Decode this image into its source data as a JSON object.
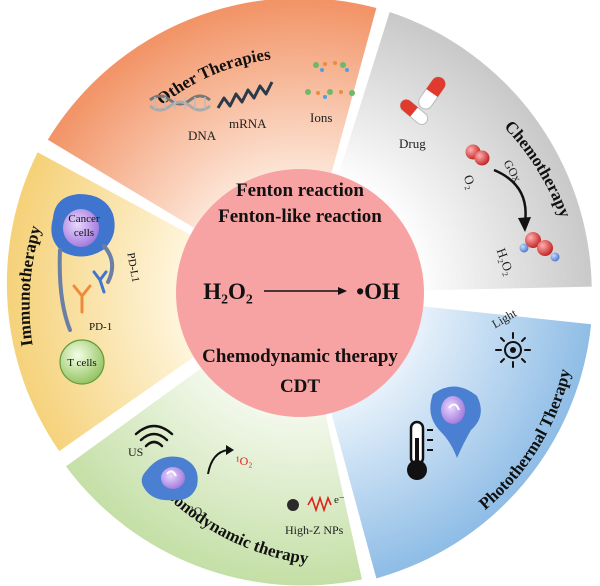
{
  "center": {
    "line1": "Fenton reaction",
    "line2": "Fenton-like reaction",
    "equation_left": "H₂O₂",
    "equation_right": "•OH",
    "line3": "Chemodynamic therapy",
    "line4": "CDT"
  },
  "segments": {
    "other": {
      "title": "Other Therapies",
      "labels": {
        "dna": "DNA",
        "mrna": "mRNA",
        "ions": "Ions"
      }
    },
    "chemo": {
      "title": "Chemotherapy",
      "labels": {
        "drug": "Drug",
        "o2": "O₂",
        "gox": "GOx",
        "h2o2": "H₂O₂"
      }
    },
    "photothermal": {
      "title": "Photothermal Therapy",
      "labels": {
        "light": "Light"
      }
    },
    "sonodynamic": {
      "title": "Sonodynamic therapy",
      "labels": {
        "us": "US",
        "singlet": "¹O₂",
        "triplet": "³O₂",
        "electron": "e⁻",
        "highz": "High-Z NPs"
      }
    },
    "immuno": {
      "title": "Immunotherapy",
      "labels": {
        "cancer1": "Cancer",
        "cancer2": "cells",
        "pdl1": "PD-L1",
        "pd1": "PD-1",
        "tcells": "T cells"
      }
    }
  },
  "colors": {
    "center_fill": "#f7a3a3",
    "other": "#f39a6e",
    "chemo": "#d9d9d9",
    "photothermal": "#9ec6ea",
    "sonodynamic": "#cfe5b5",
    "immuno": "#f7d987"
  },
  "icons": [
    "dna-icon",
    "mrna-icon",
    "ions-icon",
    "drug-capsule-icon",
    "oxygen-molecule-icon",
    "h2o2-molecule-icon",
    "light-bulb-icon",
    "cancer-cell-icon",
    "thermometer-icon",
    "ultrasound-icon",
    "nanoparticle-icon",
    "t-cell-icon",
    "antibody-icon"
  ]
}
